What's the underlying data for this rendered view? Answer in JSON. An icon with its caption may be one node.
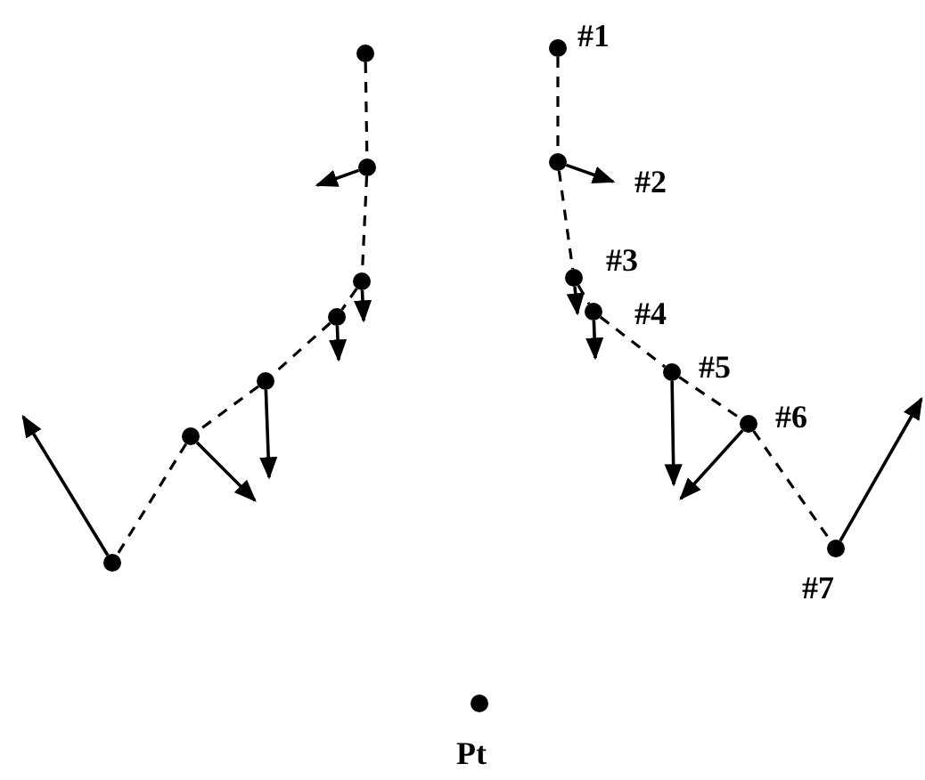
{
  "diagram": {
    "nodes": [
      {
        "text": [],
        "shape": "circle"
      },
      {
        "text": [],
        "shape": "circle"
      },
      {
        "text": [],
        "shape": "circle"
      },
      {
        "text": [],
        "shape": "circle"
      },
      {
        "text": [],
        "shape": "circle"
      },
      {
        "text": [],
        "shape": "circle"
      },
      {
        "text": [],
        "shape": "circle"
      },
      {
        "text": [],
        "shape": "circle",
        "beside": [
          "#1"
        ]
      },
      {
        "text": [],
        "shape": "circle",
        "beside": [
          "#2"
        ]
      },
      {
        "text": [],
        "shape": "circle",
        "beside": [
          "#3"
        ]
      },
      {
        "text": [],
        "shape": "circle",
        "beside": [
          "#4"
        ]
      },
      {
        "text": [],
        "shape": "circle",
        "beside": [
          "#5"
        ]
      },
      {
        "text": [],
        "shape": "circle",
        "beside": [
          "#6"
        ]
      },
      {
        "text": [],
        "shape": "circle",
        "beside": [
          "#7"
        ]
      },
      {
        "text": [],
        "shape": "circle",
        "beside": [
          "Pt"
        ]
      }
    ],
    "edges": [
      {
        "from": 0,
        "to": 1,
        "arrow": "none",
        "style": "dashed"
      },
      {
        "from": 1,
        "to": 2,
        "arrow": "none",
        "style": "dashed"
      },
      {
        "from": 2,
        "to": 3,
        "arrow": "none",
        "style": "dashed"
      },
      {
        "from": 3,
        "to": 4,
        "arrow": "none",
        "style": "dashed"
      },
      {
        "from": 4,
        "to": 5,
        "arrow": "none",
        "style": "dashed"
      },
      {
        "from": 5,
        "to": 6,
        "arrow": "none",
        "style": "dashed"
      },
      {
        "from": 7,
        "to": 8,
        "arrow": "none",
        "style": "dashed"
      },
      {
        "from": 8,
        "to": 9,
        "arrow": "none",
        "style": "dashed"
      },
      {
        "from": 9,
        "to": 10,
        "arrow": "none",
        "style": "dashed"
      },
      {
        "from": 10,
        "to": 11,
        "arrow": "none",
        "style": "dashed"
      },
      {
        "from": 11,
        "to": 12,
        "arrow": "none",
        "style": "dashed"
      },
      {
        "from": 12,
        "to": 13,
        "arrow": "none",
        "style": "dashed"
      }
    ]
  }
}
